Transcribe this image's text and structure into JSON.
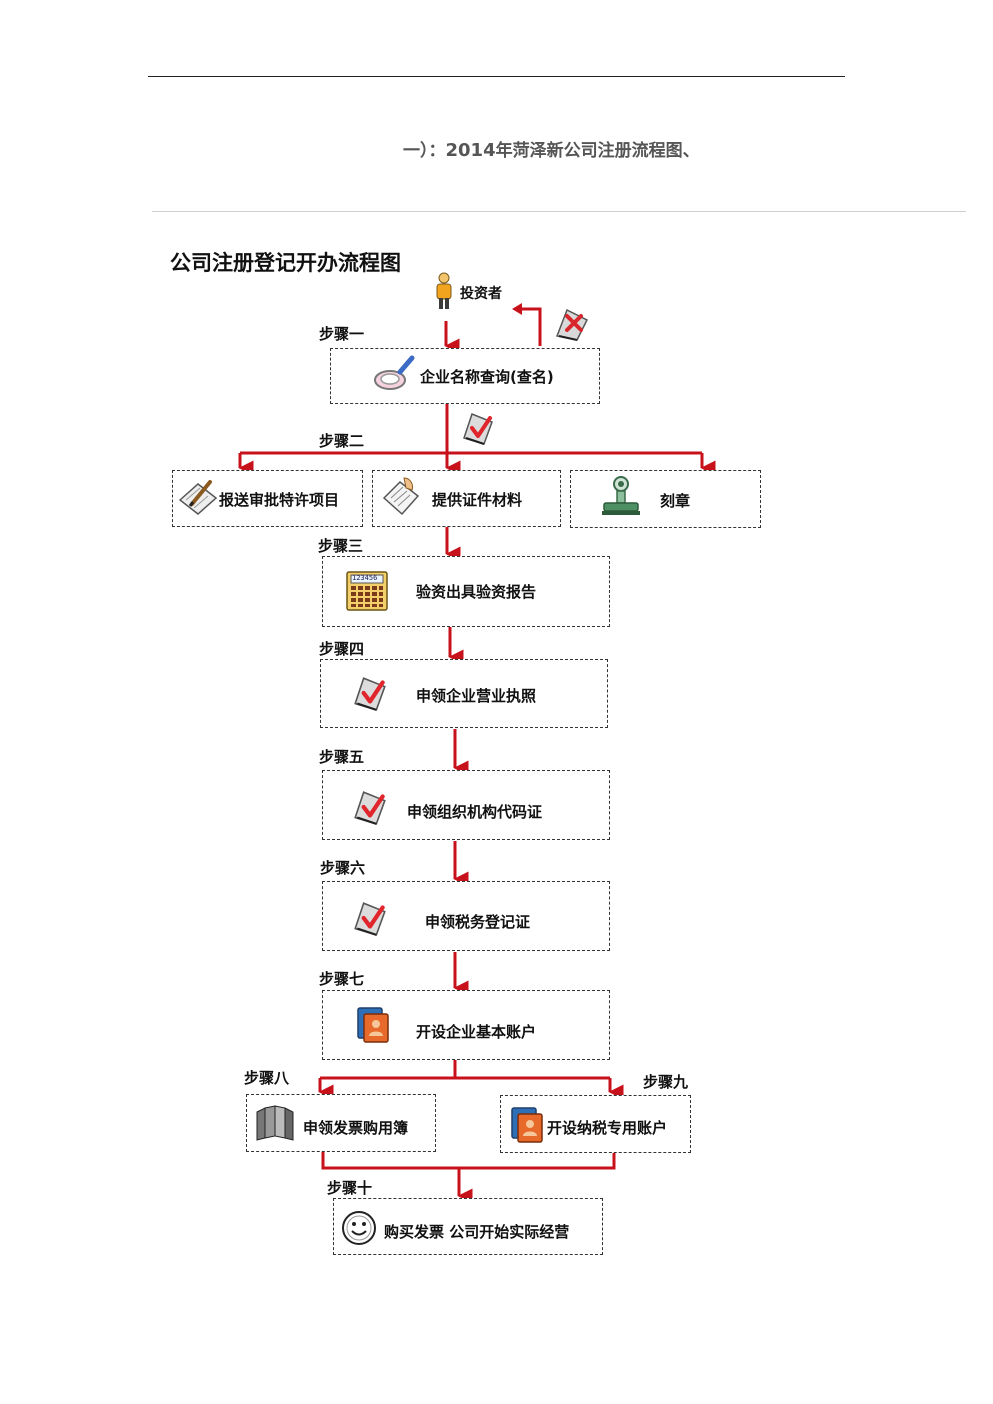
{
  "heading": {
    "prefix": "一）：",
    "year": "2014",
    "suffix": "年菏泽新公司注册流程图、"
  },
  "chart_title": "公司注册登记开办流程图",
  "investor": "投资者",
  "steps": {
    "s1": "步骤一",
    "s2": "步骤二",
    "s3": "步骤三",
    "s4": "步骤四",
    "s5": "步骤五",
    "s6": "步骤六",
    "s7": "步骤七",
    "s8": "步骤八",
    "s9": "步骤九",
    "s10": "步骤十"
  },
  "boxes": {
    "name_check": "企业名称查询(查名)",
    "approval": "报送审批特许项目",
    "documents": "提供证件材料",
    "seal": "刻章",
    "capital": "验资出具验资报告",
    "license": "申领企业营业执照",
    "org_code": "申领组织机构代码证",
    "tax_reg": "申领税务登记证",
    "bank_account": "开设企业基本账户",
    "invoice_book": "申领发票购用簿",
    "tax_account": "开设纳税专用账户",
    "operate": "购买发票 公司开始实际经营"
  },
  "calc_display": "123456",
  "colors": {
    "arrow": "#c8121b",
    "check": "#e0262c"
  }
}
